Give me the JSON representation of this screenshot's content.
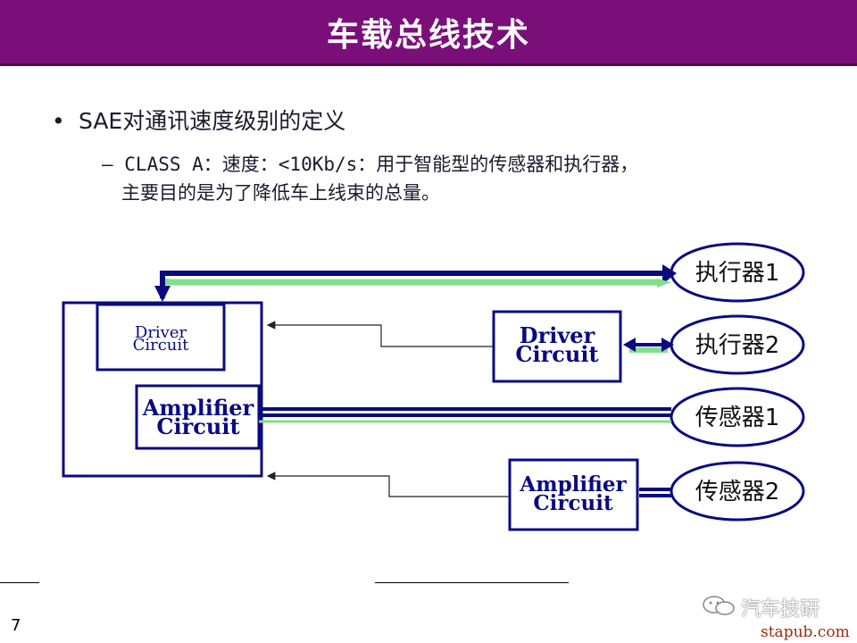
{
  "slide": {
    "title": "车载总线技术",
    "bullet": "SAE对通讯速度级别的定义",
    "sub_bullet_line1": "– CLASS A：速度：<10Kb/s：用于智能型的传感器和执行器，",
    "sub_bullet_line2": "主要目的是为了降低车上线束的总量。",
    "page_number": "7"
  },
  "diagram": {
    "ecu_driver_label_1": "Driver",
    "ecu_driver_label_2": "Circuit",
    "ecu_amp_label_1": "Amplifier",
    "ecu_amp_label_2": "Circuit",
    "remote_driver_label_1": "Driver",
    "remote_driver_label_2": "Circuit",
    "remote_amp_label_1": "Amplifier",
    "remote_amp_label_2": "Circuit",
    "actuator1": "执行器1",
    "actuator2": "执行器2",
    "sensor1": "传感器1",
    "sensor2": "传感器2"
  },
  "watermark": {
    "brand": "汽车技研",
    "site": "stapub.com"
  },
  "colors": {
    "title_bar": "#7a0f7a",
    "diagram_navy": "#0a0a80",
    "bus_green": "#7ee08a",
    "site_text": "#9a2a10"
  }
}
